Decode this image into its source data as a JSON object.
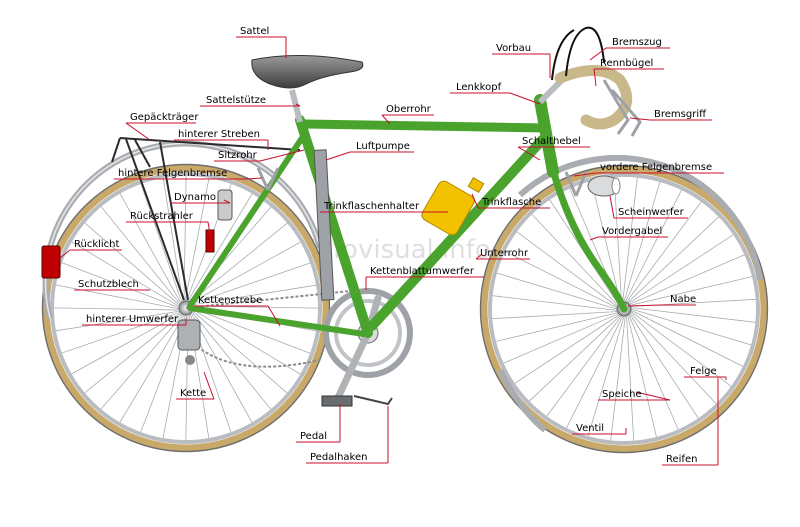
{
  "watermark": "infovisual.info",
  "colors": {
    "frame": "#4aa32d",
    "frame_dark": "#2f7a1c",
    "tire": "#c9a96a",
    "rim": "#b9bcc0",
    "leader": "#c8102e",
    "bottle": "#f2c200",
    "tape": "#c9b98a"
  },
  "labels": {
    "sattel": "Sattel",
    "vorbau": "Vorbau",
    "bremszug": "Bremszug",
    "rennbuegel": "Rennbügel",
    "lenkkopf": "Lenkkopf",
    "sattelstuetze": "Sattelstütze",
    "bremsgriff": "Bremsgriff",
    "oberrohr": "Oberrohr",
    "gepaecktraeger": "Gepäckträger",
    "hinterer_streben": "hinterer Streben",
    "schalthebel": "Schalthebel",
    "luftpumpe": "Luftpumpe",
    "sitzrohr": "Sitzrohr",
    "vordere_felgenbremse": "vordere Felgenbremse",
    "hintere_felgenbremse": "hintere Felgenbremse",
    "dynamo": "Dynamo",
    "trinkflaschenhalter": "Trinkflaschenhalter",
    "trinkflasche": "Trinkflasche",
    "scheinwerfer": "Scheinwerfer",
    "rueckstrahler": "Rückstrahler",
    "vordergabel": "Vordergabel",
    "ruecklicht": "Rücklicht",
    "unterrohr": "Unterrohr",
    "kettenblattumwerfer": "Kettenblattumwerfer",
    "schutzblech": "Schutzblech",
    "kettenstrebe": "Kettenstrebe",
    "nabe": "Nabe",
    "hinterer_umwerfer": "hinterer Umwerfer",
    "felge": "Felge",
    "kette": "Kette",
    "speiche": "Speiche",
    "ventil": "Ventil",
    "pedal": "Pedal",
    "pedalhaken": "Pedalhaken",
    "reifen": "Reifen"
  }
}
